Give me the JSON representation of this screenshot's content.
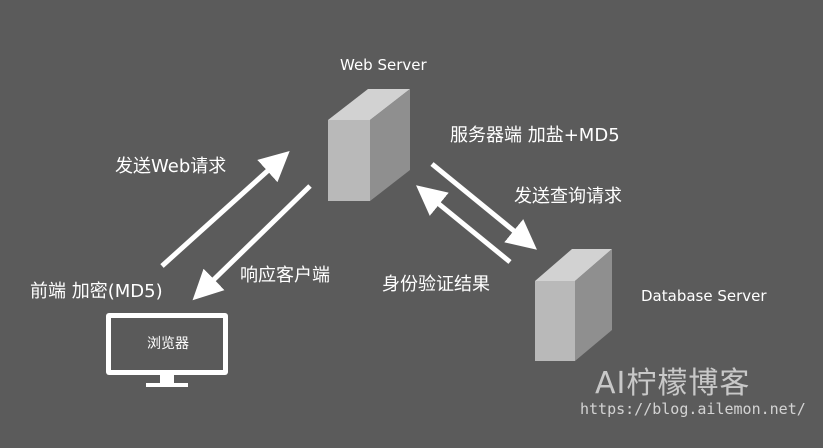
{
  "web_server": {
    "label": "Web Server",
    "fill_front": "#b7b7b7",
    "fill_side": "#8f8f8f",
    "fill_top": "#cfcfcf"
  },
  "database_server": {
    "label": "Database Server"
  },
  "browser": {
    "label": "浏览器"
  },
  "edges": {
    "browser_to_web": "发送Web请求",
    "web_to_browser": "响应客户端",
    "web_to_db": "发送查询请求",
    "db_to_web": "身份验证结果"
  },
  "notes": {
    "frontend": "前端 加密(MD5)",
    "backend": "服务器端 加盐+MD5"
  },
  "watermark": {
    "title": "AI柠檬博客",
    "url": "https://blog.ailemon.net/"
  },
  "colors": {
    "background": "#5b5b5b",
    "arrow": "#ffffff",
    "monitor_screen": "#5a5a5a"
  }
}
